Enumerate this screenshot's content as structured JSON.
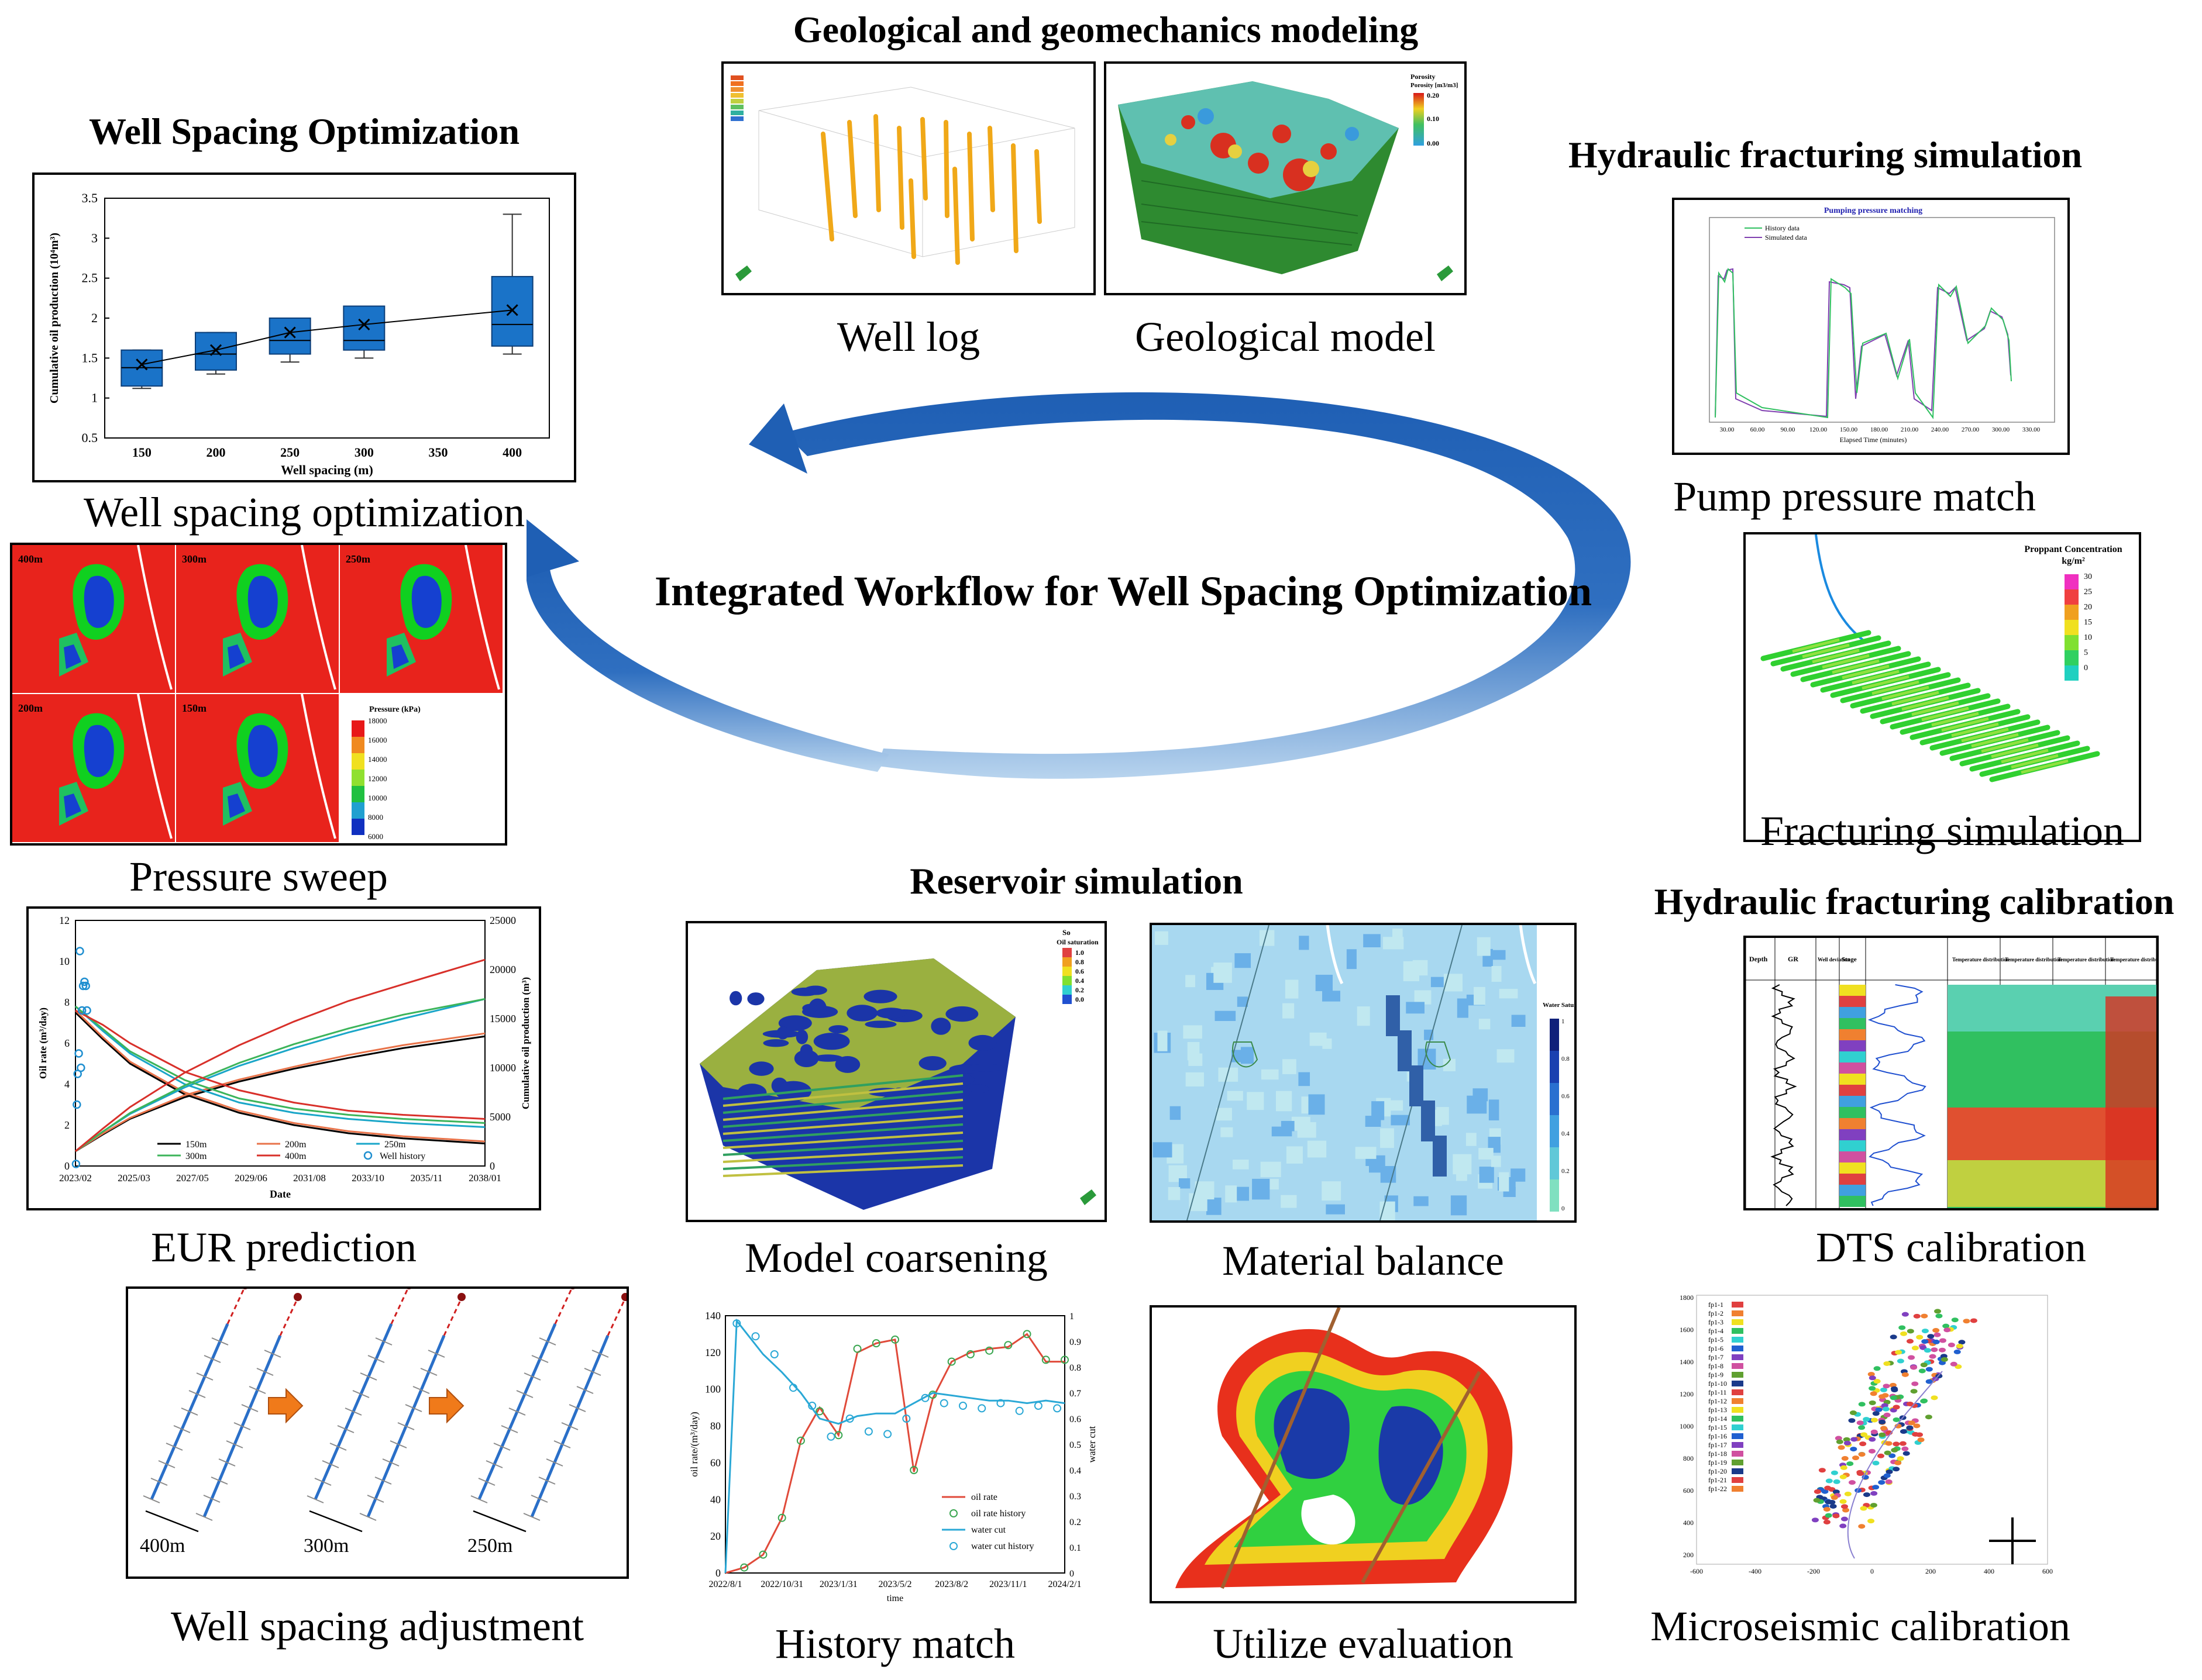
{
  "central": {
    "title": "Integrated Workflow for Well Spacing Optimization"
  },
  "sections": {
    "geo": "Geological and geomechanics modeling",
    "wso": "Well Spacing Optimization",
    "hfs": "Hydraulic fracturing simulation",
    "res": "Reservoir simulation",
    "hfc": "Hydraulic fracturing calibration"
  },
  "captions": {
    "well_log": "Well log",
    "geo_model": "Geological model",
    "wso": "Well spacing optimization",
    "pressure_sweep": "Pressure sweep",
    "eur": "EUR prediction",
    "adjust": "Well spacing adjustment",
    "pump": "Pump pressure match",
    "frac_sim": "Fracturing simulation",
    "dts": "DTS calibration",
    "micro": "Microseismic calibration",
    "coarsen": "Model coarsening",
    "matbal": "Material balance",
    "history": "History match",
    "utilize": "Utilize evaluation"
  },
  "panel_labels": {
    "porosity_title": "Porosity",
    "porosity_unit": "Porosity [m3/m3]",
    "porosity_ticks": [
      "0.20",
      "0.10",
      "0.00"
    ],
    "proppant_title": "Proppant Concentration",
    "proppant_unit": "kg/m²",
    "proppant_ticks": [
      "30",
      "25",
      "20",
      "15",
      "10",
      "5",
      "0"
    ],
    "so_title": "So",
    "so_unit": "Oil saturation",
    "so_ticks": [
      "1.0",
      "0.8",
      "0.6",
      "0.4",
      "0.2",
      "0.0"
    ],
    "sw_title": "Water Saturation",
    "sw_ticks": [
      "1",
      "0.8",
      "0.6",
      "0.4",
      "0.2",
      "0"
    ],
    "pressure_title": "Pressure (kPa)",
    "pressure_ticks": [
      "18000",
      "16000",
      "14000",
      "12000",
      "10000",
      "8000",
      "6000"
    ],
    "sweep_cases": [
      "400m",
      "300m",
      "250m",
      "200m",
      "150m"
    ],
    "pump_title": "Pumping pressure matching",
    "pump_legend": [
      "History data",
      "Simulated data"
    ],
    "pump_xlabel": "Elapsed Time (minutes)",
    "pump_xticks": [
      "30.00",
      "60.00",
      "90.00",
      "120.00",
      "150.00",
      "180.00",
      "210.00",
      "240.00",
      "270.00",
      "300.00",
      "330.00"
    ],
    "adjust_spacings": [
      "400m",
      "300m",
      "250m"
    ],
    "dts_headers": [
      "Depth",
      "GR",
      "Well deviation",
      "Stage",
      "Temperature distribution"
    ],
    "micro_legend": [
      "fp1-1",
      "fp1-2",
      "fp1-3",
      "fp1-4",
      "fp1-5",
      "fp1-6",
      "fp1-7",
      "fp1-8",
      "fp1-9",
      "fp1-10",
      "fp1-11",
      "fp1-12",
      "fp1-13",
      "fp1-14",
      "fp1-15",
      "fp1-16",
      "fp1-17",
      "fp1-18",
      "fp1-19",
      "fp1-20",
      "fp1-21",
      "fp1-22"
    ],
    "micro_yticks": [
      "1800",
      "1600",
      "1400",
      "1200",
      "1000",
      "800",
      "600",
      "400",
      "200"
    ],
    "micro_xticks": [
      "-600",
      "-400",
      "-200",
      "0",
      "200",
      "400",
      "600"
    ]
  },
  "chart_data": [
    {
      "id": "well_spacing_box",
      "type": "box",
      "xlabel": "Well spacing (m)",
      "ylabel": "Cumulative oil production (10⁴m³)",
      "x_ticks": [
        150,
        200,
        250,
        300,
        350,
        400
      ],
      "ylim": [
        0.5,
        3.5
      ],
      "y_ticks": [
        0.5,
        1,
        1.5,
        2,
        2.5,
        3,
        3.5
      ],
      "boxes": [
        {
          "x": 150,
          "min": 1.12,
          "q1": 1.15,
          "median": 1.38,
          "q3": 1.6,
          "max": 1.6,
          "mean": 1.42
        },
        {
          "x": 200,
          "min": 1.3,
          "q1": 1.35,
          "median": 1.55,
          "q3": 1.82,
          "max": 1.82,
          "mean": 1.6
        },
        {
          "x": 250,
          "min": 1.45,
          "q1": 1.55,
          "median": 1.72,
          "q3": 2.0,
          "max": 2.0,
          "mean": 1.82
        },
        {
          "x": 300,
          "min": 1.5,
          "q1": 1.6,
          "median": 1.72,
          "q3": 2.15,
          "max": 2.15,
          "mean": 1.92
        },
        {
          "x": 400,
          "min": 1.55,
          "q1": 1.65,
          "median": 1.92,
          "q3": 2.52,
          "max": 3.3,
          "mean": 2.1
        }
      ]
    },
    {
      "id": "eur_prediction",
      "type": "line",
      "xlabel": "Date",
      "ylabel": "Oil rate (m³/day)",
      "y2label": "Cumulative oil production (m³)",
      "x_ticks": [
        "2023/02",
        "2025/03",
        "2027/05",
        "2029/06",
        "2031/08",
        "2033/10",
        "2035/11",
        "2038/01"
      ],
      "ylim": [
        0,
        12
      ],
      "y2lim": [
        0,
        25000
      ],
      "y_ticks": [
        0,
        2,
        4,
        6,
        8,
        10,
        12
      ],
      "y2_ticks": [
        0,
        5000,
        10000,
        15000,
        20000,
        25000
      ],
      "series": [
        {
          "name": "150m",
          "color": "#000000",
          "rate": [
            [
              0,
              7.5
            ],
            [
              1,
              6.2
            ],
            [
              2,
              5.0
            ],
            [
              4,
              3.5
            ],
            [
              6,
              2.6
            ],
            [
              8,
              2.0
            ],
            [
              10,
              1.6
            ],
            [
              12,
              1.35
            ],
            [
              15,
              1.1
            ]
          ],
          "cum": [
            [
              0,
              1500
            ],
            [
              1,
              3200
            ],
            [
              2,
              4800
            ],
            [
              4,
              7000
            ],
            [
              6,
              8600
            ],
            [
              8,
              9900
            ],
            [
              10,
              11000
            ],
            [
              12,
              12000
            ],
            [
              15,
              13200
            ]
          ]
        },
        {
          "name": "200m",
          "color": "#e8734a",
          "rate": [
            [
              0,
              7.6
            ],
            [
              1,
              6.3
            ],
            [
              2,
              5.1
            ],
            [
              4,
              3.6
            ],
            [
              6,
              2.7
            ],
            [
              8,
              2.1
            ],
            [
              10,
              1.7
            ],
            [
              12,
              1.45
            ],
            [
              15,
              1.2
            ]
          ],
          "cum": [
            [
              0,
              1500
            ],
            [
              1,
              3300
            ],
            [
              2,
              4900
            ],
            [
              4,
              7200
            ],
            [
              6,
              8800
            ],
            [
              8,
              10100
            ],
            [
              10,
              11300
            ],
            [
              12,
              12300
            ],
            [
              15,
              13500
            ]
          ]
        },
        {
          "name": "250m",
          "color": "#1aa6c8",
          "rate": [
            [
              0,
              7.8
            ],
            [
              1,
              6.6
            ],
            [
              2,
              5.5
            ],
            [
              4,
              4.0
            ],
            [
              6,
              3.1
            ],
            [
              8,
              2.6
            ],
            [
              10,
              2.3
            ],
            [
              12,
              2.1
            ],
            [
              15,
              1.9
            ]
          ],
          "cum": [
            [
              0,
              1500
            ],
            [
              1,
              3500
            ],
            [
              2,
              5300
            ],
            [
              4,
              8000
            ],
            [
              6,
              10200
            ],
            [
              8,
              12000
            ],
            [
              10,
              13600
            ],
            [
              12,
              15000
            ],
            [
              15,
              17000
            ]
          ]
        },
        {
          "name": "300m",
          "color": "#3cb45a",
          "rate": [
            [
              0,
              7.8
            ],
            [
              1,
              6.7
            ],
            [
              2,
              5.6
            ],
            [
              4,
              4.2
            ],
            [
              6,
              3.3
            ],
            [
              8,
              2.8
            ],
            [
              10,
              2.5
            ],
            [
              12,
              2.3
            ],
            [
              15,
              2.1
            ]
          ],
          "cum": [
            [
              0,
              1500
            ],
            [
              1,
              3500
            ],
            [
              2,
              5400
            ],
            [
              4,
              8200
            ],
            [
              6,
              10500
            ],
            [
              8,
              12400
            ],
            [
              10,
              14000
            ],
            [
              12,
              15400
            ],
            [
              15,
              17000
            ]
          ]
        },
        {
          "name": "400m",
          "color": "#d8302a",
          "rate": [
            [
              0,
              7.6
            ],
            [
              1,
              6.9
            ],
            [
              2,
              6.0
            ],
            [
              4,
              4.6
            ],
            [
              6,
              3.7
            ],
            [
              8,
              3.1
            ],
            [
              10,
              2.7
            ],
            [
              12,
              2.5
            ],
            [
              15,
              2.3
            ]
          ],
          "cum": [
            [
              0,
              1500
            ],
            [
              1,
              3800
            ],
            [
              2,
              6000
            ],
            [
              4,
              9500
            ],
            [
              6,
              12300
            ],
            [
              8,
              14700
            ],
            [
              10,
              16800
            ],
            [
              12,
              18500
            ],
            [
              15,
              21000
            ]
          ]
        }
      ],
      "well_history": [
        [
          0.02,
          0.1
        ],
        [
          0.05,
          3
        ],
        [
          0.08,
          4.5
        ],
        [
          0.12,
          5.5
        ],
        [
          0.16,
          10.5
        ],
        [
          0.2,
          4.8
        ],
        [
          0.24,
          7.6
        ],
        [
          0.28,
          8.8
        ],
        [
          0.33,
          9.0
        ],
        [
          0.38,
          8.8
        ],
        [
          0.42,
          7.6
        ]
      ]
    },
    {
      "id": "history_match",
      "type": "line",
      "xlabel": "time",
      "ylabel": "oil rate/(m³/day)",
      "y2label": "water cut",
      "x_ticks": [
        "2022/8/1",
        "2022/10/31",
        "2023/1/31",
        "2023/5/2",
        "2023/8/2",
        "2023/11/1",
        "2024/2/1"
      ],
      "ylim": [
        0,
        140
      ],
      "y2lim": [
        0,
        1
      ],
      "y_ticks": [
        0,
        20,
        40,
        60,
        80,
        100,
        120,
        140
      ],
      "y2_ticks": [
        0,
        0.1,
        0.2,
        0.3,
        0.4,
        0.5,
        0.6,
        0.7,
        0.8,
        0.9,
        1
      ],
      "series": [
        {
          "name": "oil rate",
          "axis": "y",
          "color": "#e04a3a",
          "points": [
            [
              0,
              0
            ],
            [
              0.5,
              3
            ],
            [
              1,
              10
            ],
            [
              1.5,
              30
            ],
            [
              2,
              72
            ],
            [
              2.5,
              90
            ],
            [
              3,
              75
            ],
            [
              3.5,
              120
            ],
            [
              4,
              125
            ],
            [
              4.5,
              127
            ],
            [
              5,
              55
            ],
            [
              5.5,
              95
            ],
            [
              6,
              115
            ],
            [
              6.5,
              120
            ],
            [
              7,
              122
            ],
            [
              7.5,
              123
            ],
            [
              8,
              130
            ],
            [
              8.5,
              115
            ],
            [
              9,
              115
            ]
          ]
        },
        {
          "name": "oil rate history",
          "axis": "y",
          "color": "#3aa650",
          "marker": true,
          "points": [
            [
              0.5,
              3
            ],
            [
              1,
              10
            ],
            [
              1.5,
              30
            ],
            [
              2,
              72
            ],
            [
              2.5,
              88
            ],
            [
              3,
              75
            ],
            [
              3.5,
              122
            ],
            [
              4,
              125
            ],
            [
              4.5,
              127
            ],
            [
              5,
              56
            ],
            [
              5.5,
              97
            ],
            [
              6,
              115
            ],
            [
              6.5,
              119
            ],
            [
              7,
              121
            ],
            [
              7.5,
              124
            ],
            [
              8,
              130
            ],
            [
              8.5,
              116
            ],
            [
              9,
              116
            ]
          ]
        },
        {
          "name": "water cut",
          "axis": "y2",
          "color": "#2aa8d6",
          "points": [
            [
              0,
              0
            ],
            [
              0.3,
              0.98
            ],
            [
              1,
              0.85
            ],
            [
              1.5,
              0.78
            ],
            [
              2,
              0.7
            ],
            [
              2.5,
              0.6
            ],
            [
              3,
              0.58
            ],
            [
              3.5,
              0.61
            ],
            [
              4,
              0.62
            ],
            [
              4.5,
              0.62
            ],
            [
              5,
              0.66
            ],
            [
              5.5,
              0.7
            ],
            [
              6,
              0.69
            ],
            [
              6.5,
              0.68
            ],
            [
              7,
              0.67
            ],
            [
              7.5,
              0.67
            ],
            [
              8,
              0.66
            ],
            [
              8.5,
              0.67
            ],
            [
              9,
              0.66
            ]
          ]
        },
        {
          "name": "water cut history",
          "axis": "y2",
          "color": "#2aa8d6",
          "marker": true,
          "points": [
            [
              0.3,
              0.97
            ],
            [
              0.8,
              0.92
            ],
            [
              1.3,
              0.85
            ],
            [
              1.8,
              0.72
            ],
            [
              2.3,
              0.65
            ],
            [
              2.8,
              0.53
            ],
            [
              3.3,
              0.6
            ],
            [
              3.8,
              0.55
            ],
            [
              4.3,
              0.54
            ],
            [
              4.8,
              0.6
            ],
            [
              5.3,
              0.68
            ],
            [
              5.8,
              0.66
            ],
            [
              6.3,
              0.65
            ],
            [
              6.8,
              0.64
            ],
            [
              7.3,
              0.66
            ],
            [
              7.8,
              0.63
            ],
            [
              8.3,
              0.65
            ],
            [
              8.8,
              0.64
            ]
          ]
        }
      ]
    }
  ]
}
